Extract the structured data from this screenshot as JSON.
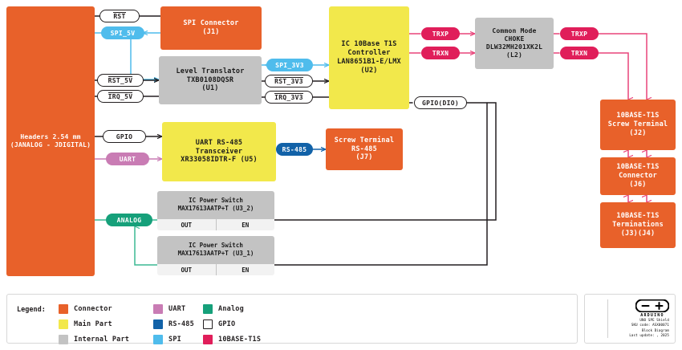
{
  "diagram": {
    "title": "UNO SPE Shield Block Diagram",
    "blocks": {
      "headers": {
        "text": "Headers 2.54 mm\n(JANALOG - JDIGITAL)",
        "type": "Connector"
      },
      "spi_connector": {
        "text": "SPI Connector\n(J1)",
        "type": "Connector"
      },
      "level_translator": {
        "text": "Level Translator\nTXB0108DQSR\n(U1)",
        "type": "Internal Part"
      },
      "uart_rs485": {
        "text": "UART RS-485\nTransceiver\nXR33058IDTR-F (U5)",
        "type": "Main Part"
      },
      "t1s_controller": {
        "text": "IC 10Base T1S\nController\nLAN8651B1-E/LMX\n(U2)",
        "type": "Main Part"
      },
      "choke": {
        "text": "Common Mode\nCHOKE\nDLW32MH201XK2L\n(L2)",
        "type": "Internal Part"
      },
      "screw_rs485": {
        "text": "Screw Terminal\nRS-485\n(J7)",
        "type": "Connector"
      },
      "t1s_screw": {
        "text": "10BASE-T1S\nScrew Terminal\n(J2)",
        "type": "Connector"
      },
      "t1s_connector": {
        "text": "10BASE-T1S\nConnector\n(J6)",
        "type": "Connector"
      },
      "t1s_terminations": {
        "text": "10BASE-T1S\nTerminations\n(J3)(J4)",
        "type": "Connector"
      },
      "power_switch_2": {
        "head": "IC Power Switch\nMAX17613AATP+T (U3_2)",
        "pins": [
          "OUT",
          "EN"
        ],
        "type": "Internal Part"
      },
      "power_switch_1": {
        "head": "IC Power Switch\nMAX17613AATP+T (U3_1)",
        "pins": [
          "OUT",
          "EN"
        ],
        "type": "Internal Part"
      }
    },
    "signals": {
      "rst": "RST",
      "spi_5v": "SPI_5V",
      "rst_5v": "RST_5V",
      "irq_5v": "IRQ_5V",
      "spi_3v3": "SPI_3V3",
      "rst_3v3": "RST_3V3",
      "irq_3v3": "IRQ_3V3",
      "gpio": "GPIO",
      "uart": "UART",
      "rs485": "RS-485",
      "analog": "ANALOG",
      "gpio_dio": "GPIO(DIO)",
      "trxp_left": "TRXP",
      "trxn_left": "TRXN",
      "trxp_right": "TRXP",
      "trxn_right": "TRXN"
    }
  },
  "legend": {
    "title": "Legend:",
    "items": [
      {
        "label": "Connector",
        "color": "#e8612a"
      },
      {
        "label": "Main Part",
        "color": "#f2e84b"
      },
      {
        "label": "Internal Part",
        "color": "#c3c3c3"
      },
      {
        "label": "UART",
        "color": "#c97cb4"
      },
      {
        "label": "RS-485",
        "color": "#1262a8"
      },
      {
        "label": "SPI",
        "color": "#4fbcec"
      },
      {
        "label": "Analog",
        "color": "#16a07a"
      },
      {
        "label": "GPIO",
        "color": "#ffffff"
      },
      {
        "label": "10BASE-T1S",
        "color": "#e01e5a"
      }
    ]
  },
  "titleblock": {
    "brand": "ARDUINO",
    "lines": [
      "UNO SPE Shield",
      "SKU code: ASX00071",
      "Block Diagram",
      "Last update: , 2025"
    ]
  }
}
